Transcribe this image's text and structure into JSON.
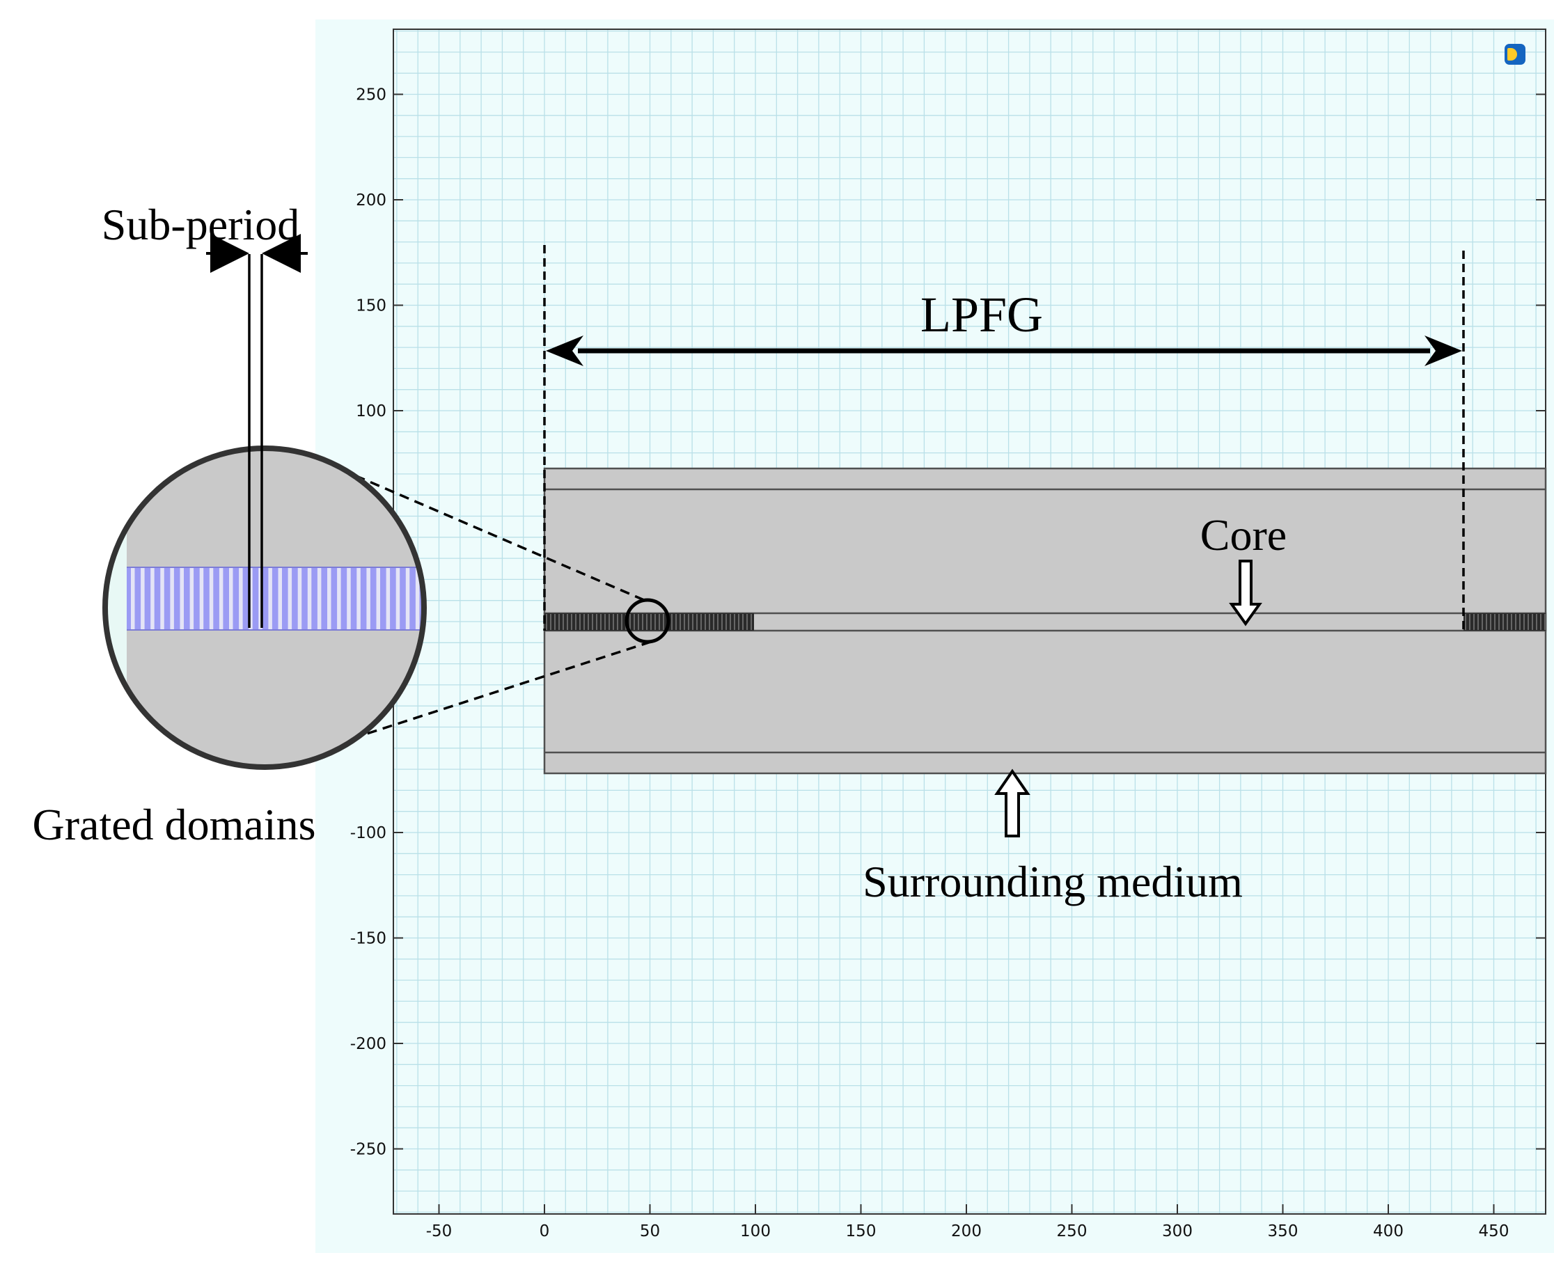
{
  "colors": {
    "background_panel": "#eefcfc",
    "grid_line": "#b9e0e8",
    "cladding": "#c9c9c9",
    "geometry_edge": "#505050",
    "grating_dark": "#2a2a2a",
    "grating_highlight": "#9b9bf4",
    "annotation": "#000000"
  },
  "axes": {
    "x_ticks": [
      "-50",
      "0",
      "50",
      "100",
      "150",
      "200",
      "250",
      "300",
      "350",
      "400",
      "450"
    ],
    "y_ticks": [
      "250",
      "200",
      "150",
      "100",
      "-100",
      "-150",
      "-200",
      "-250"
    ]
  },
  "labels": {
    "sub_period": "Sub-period",
    "lpfg": "LPFG",
    "core": "Core",
    "grated_domains": "Grated domains",
    "surrounding_medium": "Surrounding medium"
  },
  "toolbar": {
    "icon": "comsol-logo-icon"
  }
}
